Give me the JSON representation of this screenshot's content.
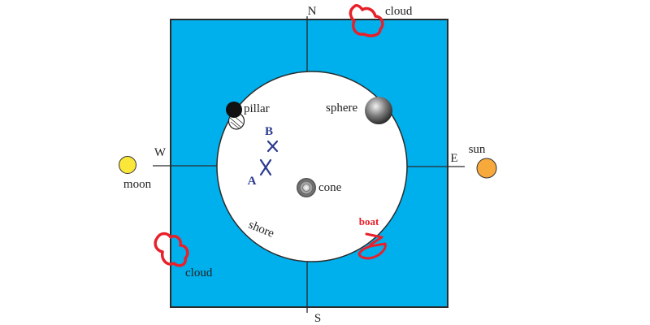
{
  "compass": {
    "north": "N",
    "south": "S",
    "east": "E",
    "west": "W"
  },
  "labels": {
    "cloud_top": "cloud",
    "cloud_bottom": "cloud",
    "sun": "sun",
    "moon": "moon",
    "pillar": "pillar",
    "sphere": "sphere",
    "cone": "cone",
    "shore": "shore",
    "boat": "boat",
    "point_a": "A",
    "point_b": "B"
  },
  "colors": {
    "water": "#00b0ec",
    "island": "#ffffff",
    "outline": "#2b2b2b",
    "marker": "#2b3a8f",
    "boat": "#e8202a",
    "cloud": "#e8202a",
    "sun": "#f7a93b",
    "moon": "#fbe63a"
  }
}
